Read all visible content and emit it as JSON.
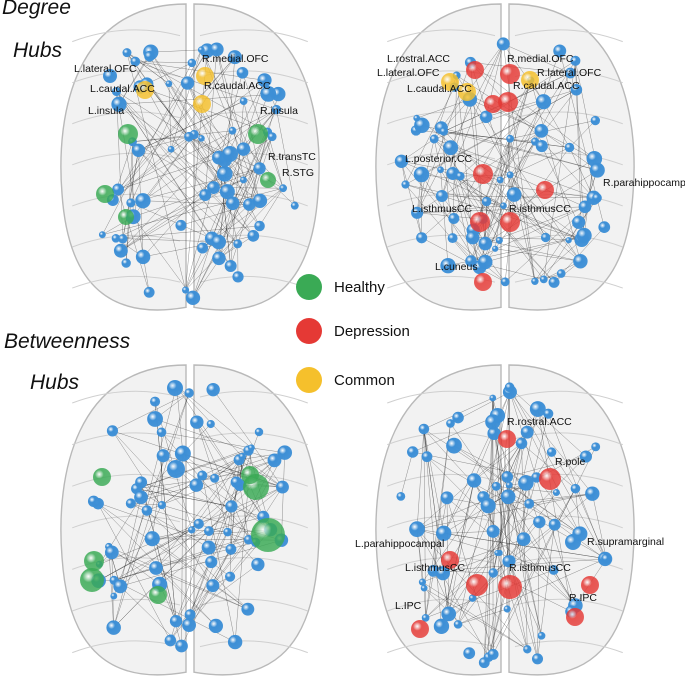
{
  "titles": {
    "degree_line1": "Degree",
    "degree_line2": "Hubs",
    "betweenness_line1": "Betweenness",
    "betweenness_line2": "Hubs"
  },
  "legend": [
    {
      "label": "Healthy",
      "color": "#3aaa55"
    },
    {
      "label": "Depression",
      "color": "#e53935"
    },
    {
      "label": "Common",
      "color": "#f5c02c"
    }
  ],
  "colors": {
    "normal_node": "#3d8fd6",
    "healthy": "#3aaa55",
    "depression": "#e53935",
    "common": "#f5c02c",
    "brain_shell": "#d9d9d9"
  },
  "panels": {
    "degree_healthy": {
      "labels": [
        "L.lateral.OFC",
        "R.medial.OFC",
        "L.caudal.ACC",
        "R.caudal.ACC",
        "L.insula",
        "R.insula",
        "R.transTC",
        "R.STG"
      ]
    },
    "degree_depression": {
      "labels": [
        "L.rostral.ACC",
        "R.medial.OFC",
        "L.lateral.OFC",
        "R.lateral.OFC",
        "L.caudal.ACC",
        "R.caudal.ACC",
        "L.posterior.CC",
        "R.parahippocampal",
        "L.isthmusCC",
        "R.isthmusCC",
        "L.cuneus"
      ]
    },
    "betweenness_healthy": {
      "labels": []
    },
    "betweenness_depression": {
      "labels": [
        "R.rostral.ACC",
        "R.pole",
        "L.parahippocampal",
        "R.supramarginal",
        "L.isthmusCC",
        "R.isthmusCC",
        "L.IPC",
        "R.IPC"
      ]
    }
  }
}
